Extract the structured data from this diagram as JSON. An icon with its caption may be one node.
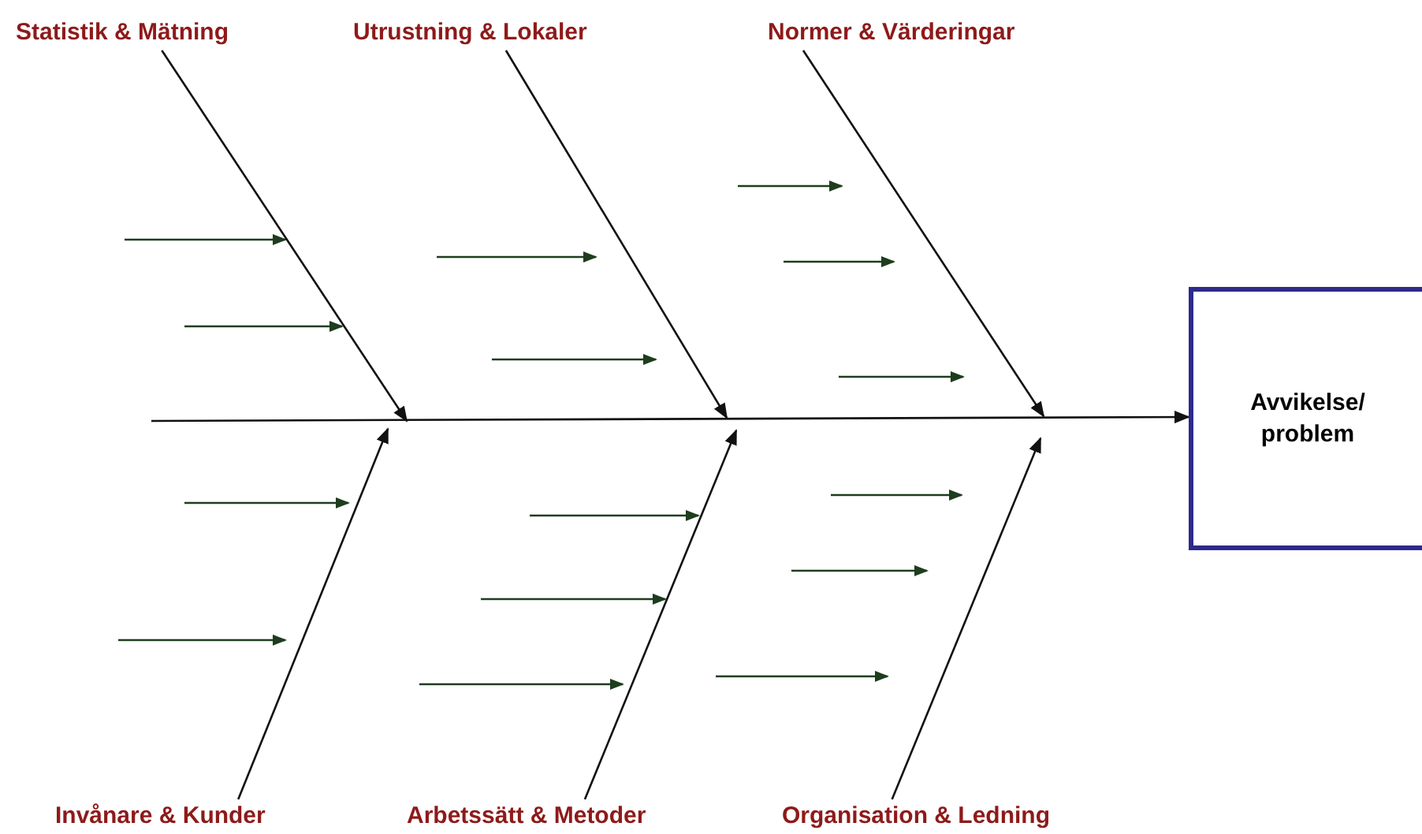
{
  "diagram": {
    "nodes": [
      {
        "text": [
          "Statistik & Mätning"
        ]
      },
      {
        "text": [
          "Utrustning & Lokaler"
        ]
      },
      {
        "text": [
          "Normer & Värderingar"
        ]
      },
      {
        "text": [
          "Avvikelse/ problem"
        ]
      },
      {
        "text": [
          "Invånare & Kunder"
        ]
      },
      {
        "text": [
          "Arbetssätt & Metoder"
        ]
      },
      {
        "text": [
          "Organisation & Ledning"
        ]
      }
    ],
    "edges": [
      {
        "from": null,
        "to": 3,
        "arrow": "to"
      },
      {
        "from": 0,
        "to": null,
        "arrow": "to"
      },
      {
        "from": 1,
        "to": null,
        "arrow": "to"
      },
      {
        "from": 2,
        "to": null,
        "arrow": "to"
      },
      {
        "from": 4,
        "to": null,
        "arrow": "to"
      },
      {
        "from": 5,
        "to": null,
        "arrow": "to"
      },
      {
        "from": 6,
        "to": null,
        "arrow": "to"
      }
    ]
  }
}
